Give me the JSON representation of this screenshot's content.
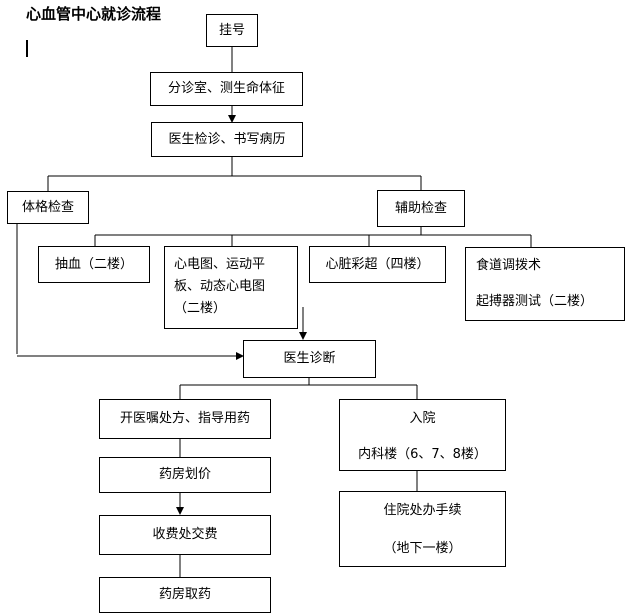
{
  "title": "心血管中心就诊流程",
  "nodes": {
    "register": "挂号",
    "triage": "分诊室、测生命体征",
    "exam": "医生检诊、书写病历",
    "physical": "体格检查",
    "auxiliary": "辅助检查",
    "blood": "抽血（二楼）",
    "ecg": [
      "心电图、运动平",
      "板、动态心电图",
      "（二楼）"
    ],
    "echo": "心脏彩超（四楼）",
    "esophageal": [
      "食道调拨术",
      "起搏器测试（二楼）"
    ],
    "diagnosis": "医生诊断",
    "prescription": "开医嘱处方、指导用药",
    "pricing": "药房划价",
    "payment": "收费处交费",
    "pickup": "药房取药",
    "admission": [
      "入院",
      "内科楼（6、7、8楼）"
    ],
    "procedures": [
      "住院处办手续",
      "（地下一楼）"
    ]
  }
}
